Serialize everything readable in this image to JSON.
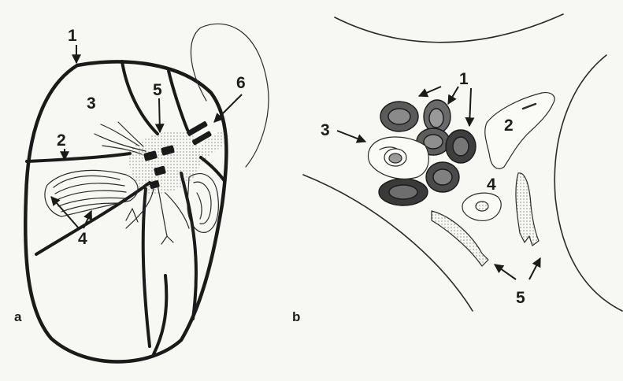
{
  "panels": {
    "a": {
      "tag": "a",
      "labels": [
        "1",
        "2",
        "3",
        "4",
        "5",
        "6"
      ]
    },
    "b": {
      "tag": "b",
      "labels": [
        "1",
        "2",
        "3",
        "4",
        "5"
      ]
    }
  },
  "colors": {
    "ink": "#1a1a1a",
    "paper": "#f7f7f4",
    "cell_dark": "#3a3a3a"
  }
}
